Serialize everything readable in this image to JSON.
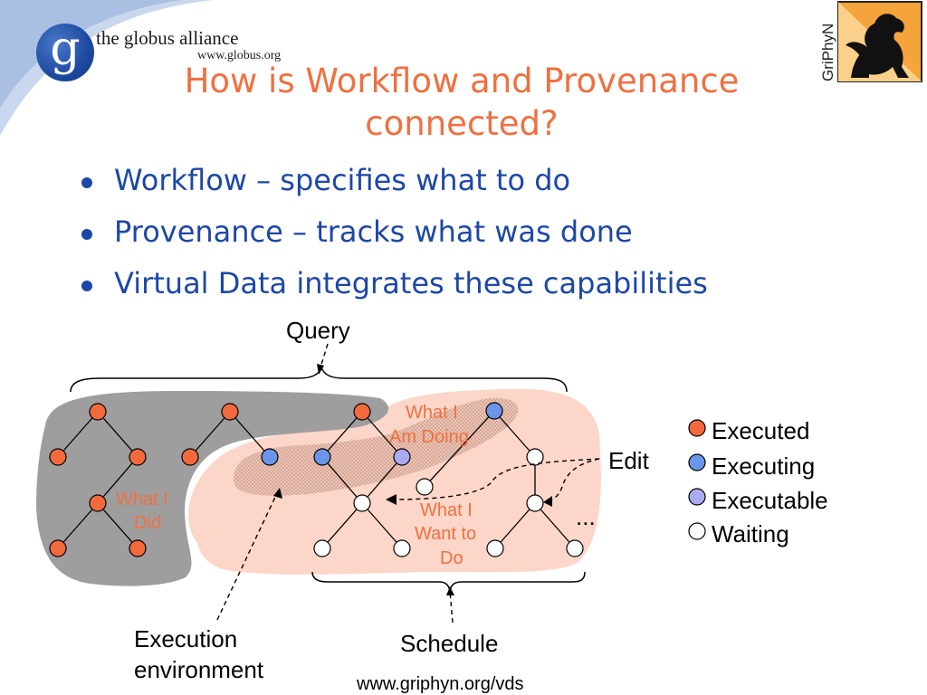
{
  "header": {
    "logo_letter": "g",
    "logo_name": "the globus alliance",
    "logo_url": "www.globus.org",
    "side_logo_text": "GriPhyN"
  },
  "title": {
    "line1": "How is Workflow and Provenance",
    "line2": "connected?"
  },
  "bullets": [
    "Workflow – specifies what to do",
    "Provenance – tracks what was done",
    "Virtual Data integrates these capabilities"
  ],
  "diagram": {
    "labels": {
      "query": "Query",
      "edit": "Edit",
      "ellipsis": "...",
      "execution_env_1": "Execution",
      "execution_env_2": "environment",
      "schedule": "Schedule",
      "what_i_did_1": "What I",
      "what_i_did_2": "Did",
      "what_i_am_doing_1": "What I",
      "what_i_am_doing_2": "Am Doing",
      "what_i_want_1": "What I",
      "what_i_want_2": "Want to",
      "what_i_want_3": "Do"
    },
    "legend": [
      {
        "label": "Executed",
        "color": "#f26a3c"
      },
      {
        "label": "Executing",
        "color": "#6b95e8"
      },
      {
        "label": "Executable",
        "color": "#aaaaee"
      },
      {
        "label": "Waiting",
        "color": "#ffffff"
      }
    ],
    "colors": {
      "executed": "#f26a3c",
      "executing": "#6b95e8",
      "executable": "#aaaaee",
      "waiting": "#ffffff",
      "done_region": "#9e9e9e",
      "plan_region": "#fcd6c8"
    }
  },
  "footer": {
    "url": "www.griphyn.org/vds"
  }
}
